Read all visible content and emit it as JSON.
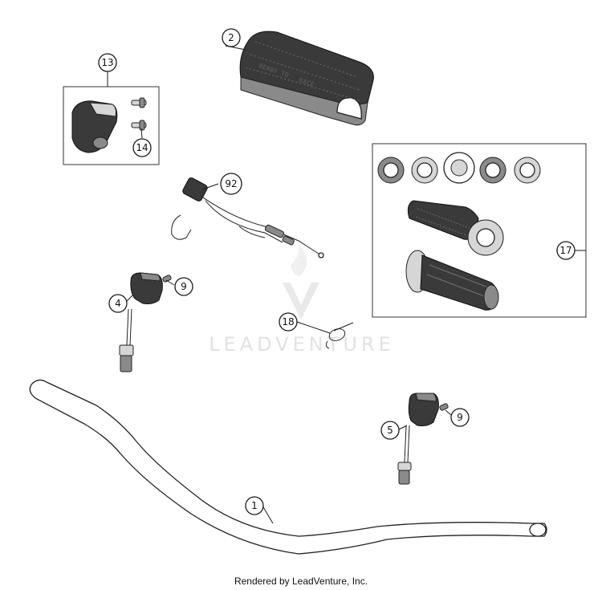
{
  "callouts": {
    "c1": "1",
    "c2": "2",
    "c4": "4",
    "c5": "5",
    "c9a": "9",
    "c9b": "9",
    "c13": "13",
    "c14": "14",
    "c17": "17",
    "c18": "18",
    "c92": "92"
  },
  "pad_print": {
    "left": "READY TO",
    "right": "RACE"
  },
  "watermark": "LEADVENTURE",
  "footer": "Rendered by LeadVenture, Inc."
}
